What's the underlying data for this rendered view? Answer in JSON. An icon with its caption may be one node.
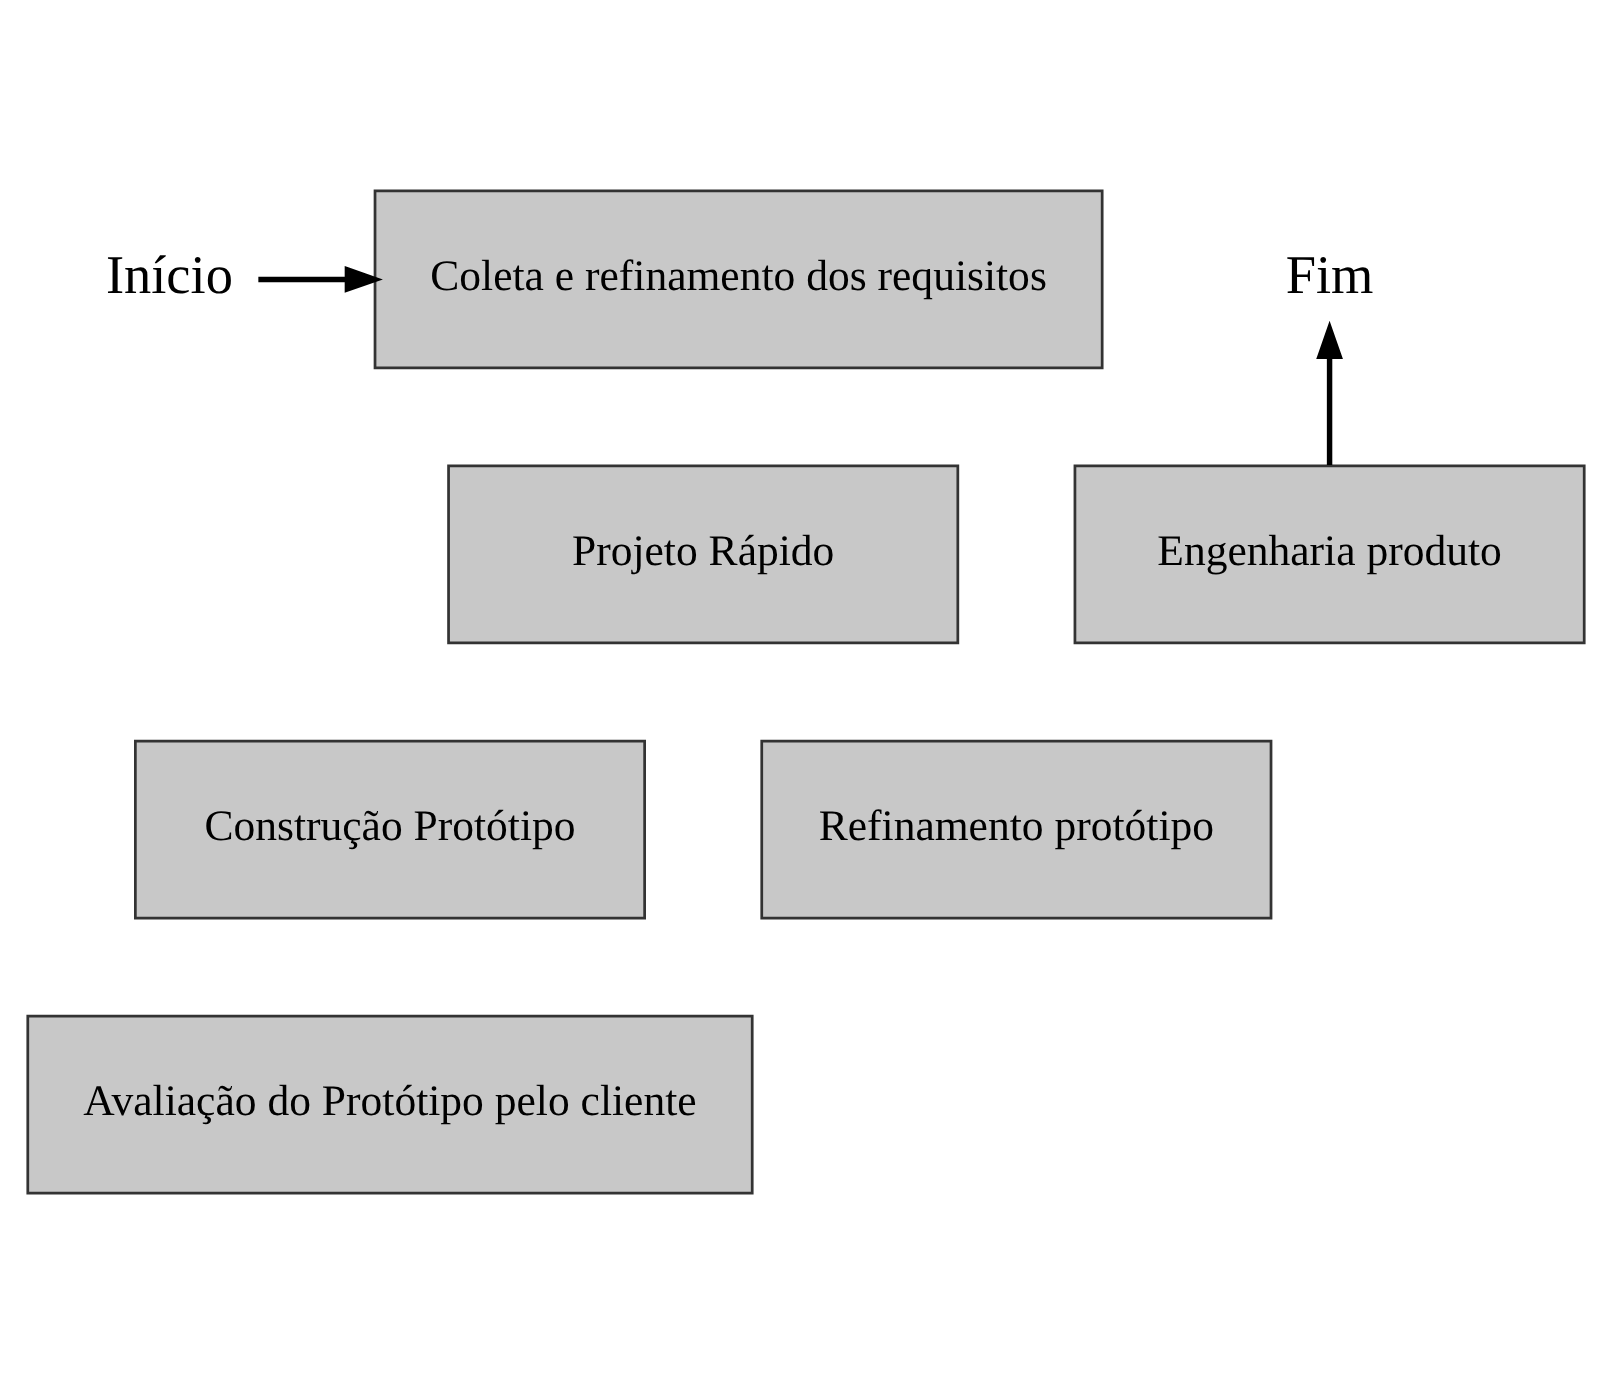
{
  "diagram": {
    "nodes": [
      {
        "text": [
          "Início"
        ]
      },
      {
        "text": [
          "Fim"
        ]
      },
      {
        "text": [
          "Coleta e refinamento dos requisitos"
        ]
      },
      {
        "text": [
          "Projeto Rápido"
        ]
      },
      {
        "text": [
          "Construção Protótipo"
        ]
      },
      {
        "text": [
          "Avaliação do Protótipo pelo cliente"
        ]
      },
      {
        "text": [
          "Refinamento protótipo"
        ]
      },
      {
        "text": [
          "Engenharia produto"
        ]
      }
    ],
    "edges": [
      {
        "from": 0,
        "to": 2,
        "arrow": "to"
      },
      {
        "from": 7,
        "to": 1,
        "arrow": "to"
      }
    ]
  }
}
